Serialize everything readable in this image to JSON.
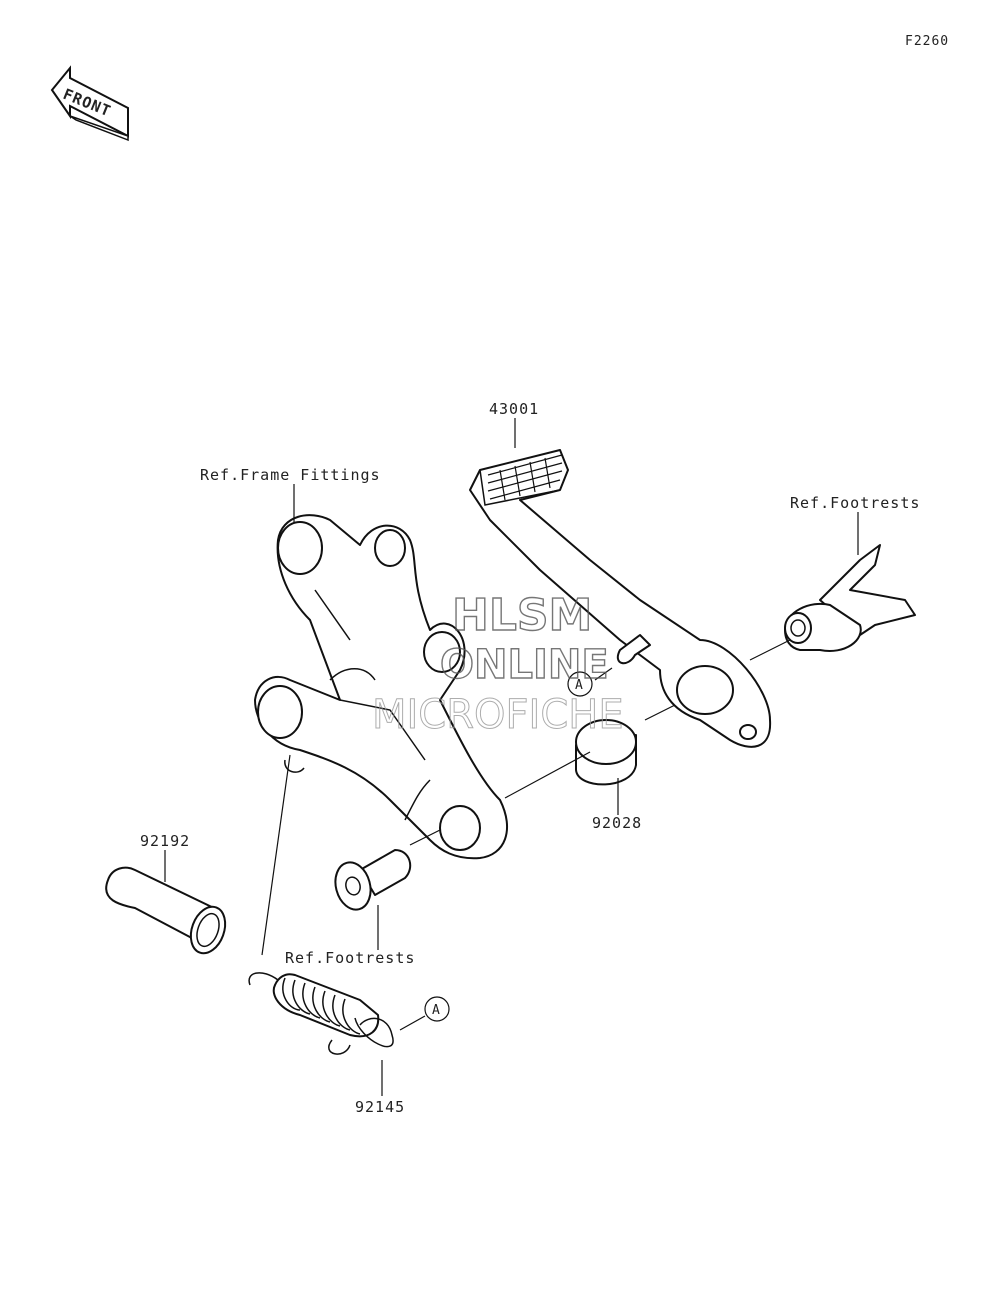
{
  "figure_code": "F2260",
  "front_badge": "FRONT",
  "watermark": {
    "line1": "HLSM",
    "line2": "ONLINE",
    "line3": "MICROFICHE"
  },
  "callouts": {
    "brake_pedal": "43001",
    "ref_frame_fittings": "Ref.Frame Fittings",
    "ref_footrests_top": "Ref.Footrests",
    "collar_small": "92028",
    "collar_long": "92192",
    "ref_footrests_bottom": "Ref.Footrests",
    "spring": "92145",
    "marker_a_top": "A",
    "marker_a_bottom": "A"
  }
}
